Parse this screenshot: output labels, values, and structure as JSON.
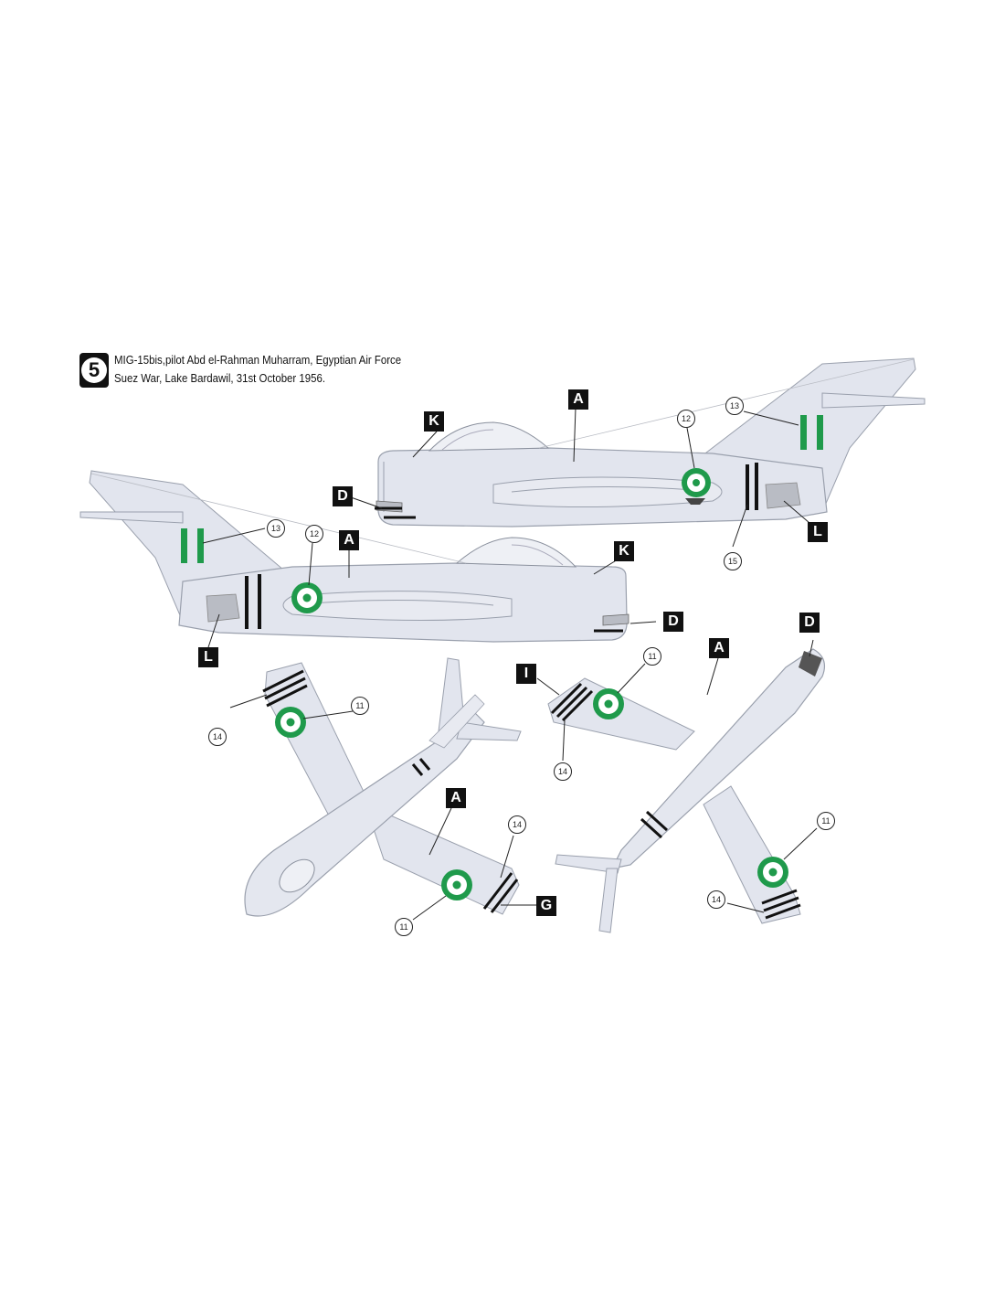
{
  "caption": {
    "number": "5",
    "line1": "MIG-15bis,pilot  Abd el-Rahman Muharram, Egyptian Air Force",
    "line2": "Suez War, Lake Bardawil, 31st October 1956."
  },
  "colors": {
    "airframe": "#e2e5ee",
    "outline": "#9aa0ad",
    "roundel_green": "#1f9a4b",
    "stripe_black": "#111111",
    "antiglare": "#b9bcc4"
  },
  "callouts": {
    "A": "A",
    "D": "D",
    "G": "G",
    "I": "I",
    "K": "K",
    "L": "L",
    "n11": "11",
    "n12": "12",
    "n13": "13",
    "n14": "14",
    "n15": "15"
  }
}
